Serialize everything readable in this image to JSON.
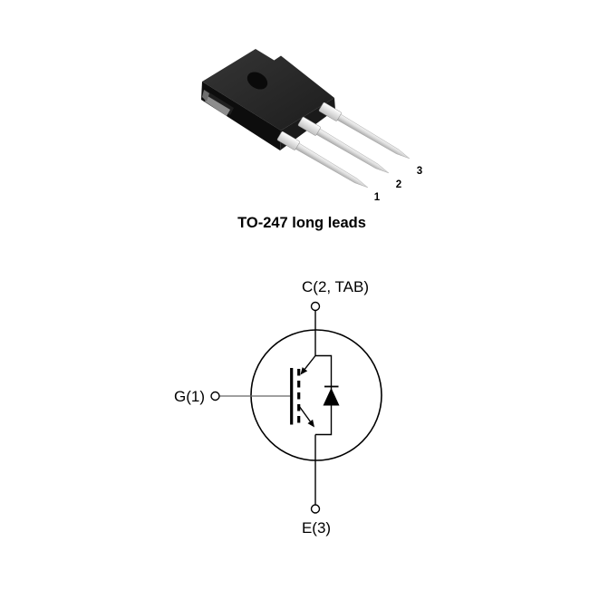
{
  "figure": {
    "background": "#ffffff"
  },
  "package_view": {
    "caption": "TO-247 long leads",
    "pins": [
      {
        "number": "1"
      },
      {
        "number": "2"
      },
      {
        "number": "3"
      }
    ],
    "colors": {
      "body_top": "#2b2b2b",
      "body_front": "#0d0d0d",
      "body_lead_face": "#1a1a1a",
      "slot_floor": "#8d8d8d",
      "slot_wall": "#6e6e6e",
      "hole": "#0a0a0a",
      "lead_metal": "#d6d6d6"
    }
  },
  "schematic": {
    "device": "IGBT with anti-parallel diode",
    "terminals": {
      "collector": "C(2, TAB)",
      "gate": "G(1)",
      "emitter": "E(3)"
    },
    "line_color": "#000000"
  }
}
